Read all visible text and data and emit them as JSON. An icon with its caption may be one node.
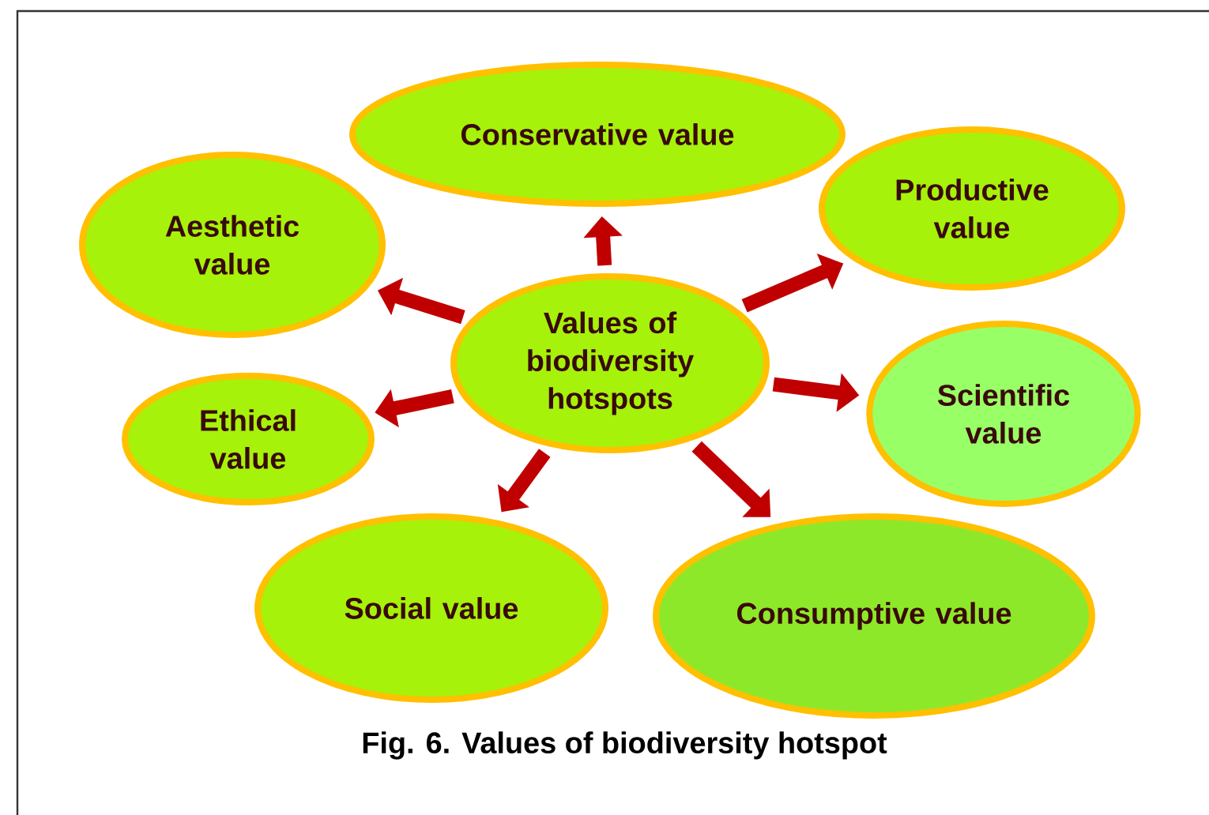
{
  "diagram": {
    "caption": "Fig. 6. Values of biodiversity hotspot",
    "nodes": [
      {
        "text": [
          "Values of biodiversity hotspots"
        ]
      },
      {
        "text": [
          "Conservative value"
        ]
      },
      {
        "text": [
          "Productive value"
        ]
      },
      {
        "text": [
          "Aesthetic value"
        ]
      },
      {
        "text": [
          "Scientific value"
        ]
      },
      {
        "text": [
          "Ethical value"
        ]
      },
      {
        "text": [
          "Social value"
        ]
      },
      {
        "text": [
          "Consumptive value"
        ]
      }
    ],
    "edges": [
      {
        "from": 0,
        "to": 1,
        "arrow": "to"
      },
      {
        "from": 0,
        "to": 2,
        "arrow": "to"
      },
      {
        "from": 0,
        "to": 3,
        "arrow": "to"
      },
      {
        "from": 0,
        "to": 4,
        "arrow": "to"
      },
      {
        "from": 0,
        "to": 5,
        "arrow": "to"
      },
      {
        "from": 0,
        "to": 6,
        "arrow": "to"
      },
      {
        "from": 0,
        "to": 7,
        "arrow": "to"
      }
    ]
  }
}
